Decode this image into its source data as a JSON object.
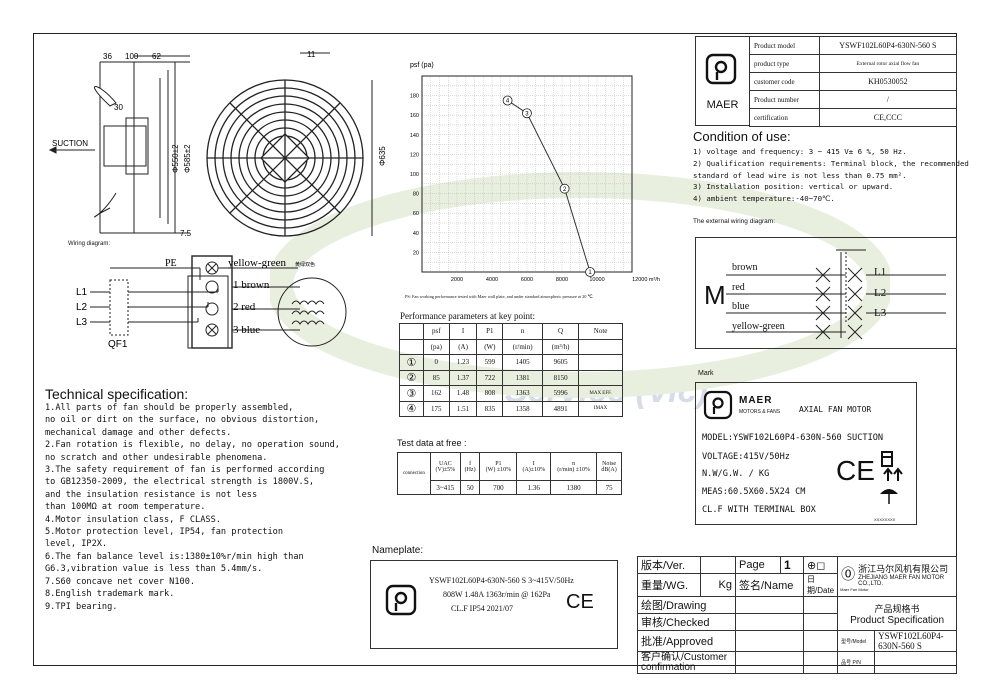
{
  "dimensions": {
    "d36": "36",
    "d100": "100",
    "d62": "62",
    "d11": "11",
    "d30": "30",
    "d_phi550": "Φ550±2",
    "d_phi585": "Φ585±2",
    "d_phi635": "Φ635",
    "d7_5": "7.5",
    "suction": "SUCTION"
  },
  "wiring_diagram": {
    "label": "Wiring diagram:",
    "PE": "PE",
    "L1": "L1",
    "L2": "L2",
    "L3": "L3",
    "QF1": "QF1",
    "wires": [
      "yellow-green",
      "1 brown",
      "2 red",
      "3 blue"
    ],
    "wire_note": "黄绿双色"
  },
  "technical_spec": {
    "title": "Technical specification:",
    "lines": [
      "1.All parts of fan should be properly assembled,",
      "  no oil or dirt on the surface, no obvious distortion,",
      "  mechanical damage and other defects.",
      "2.Fan rotation is flexible, no delay, no operation sound,",
      "  no scratch and other undesirable phenomena.",
      "3.The safety requirement of fan is performed according",
      "  to GB12350-2009, the electrical strength is 1800V.S,",
      "  and the insulation resistance is not less",
      "  than 100MΩ at room temperature.",
      "4.Motor insulation class, F CLASS.",
      "5.Motor protection level, IP54, fan protection",
      "  level, IP2X.",
      "6.The fan balance level is:1380±10%r/min high than",
      "G6.3,vibration value is less than 5.4mm/s.",
      "7.S60 concave net cover N100.",
      "8.English trademark mark.",
      "9.TPI bearing."
    ]
  },
  "chart_data": {
    "type": "line",
    "title": "",
    "ylabel": "psf (pa)",
    "xlabel": "m³/h",
    "xlim": [
      0,
      12000
    ],
    "ylim": [
      0,
      200
    ],
    "x_ticks": [
      2000,
      4000,
      6000,
      8000,
      10000,
      12000
    ],
    "x_tick_labels": [
      "2000",
      "4000",
      "6000",
      "8000",
      "10000",
      "12000 m³/h"
    ],
    "y_ticks": [
      20,
      40,
      60,
      80,
      100,
      120,
      140,
      160,
      180
    ],
    "grid": true,
    "series": [
      {
        "x": [
          4891,
          5996,
          8150,
          9605
        ],
        "y": [
          175,
          162,
          85,
          0
        ]
      }
    ],
    "point_labels": [
      "4",
      "3",
      "2",
      "1"
    ],
    "note": "PS: Fan working performance tested with Maer wall plate, and under standard atmospheric pressure at 20 ℃."
  },
  "performance": {
    "title": "Performance parameters at key point:",
    "headers": [
      "",
      "psf",
      "I",
      "P1",
      "n",
      "Q",
      "Note"
    ],
    "units": [
      "",
      "(pa)",
      "(A)",
      "(W)",
      "(r/min)",
      "(m³/h)",
      ""
    ],
    "rows": [
      [
        "①",
        "0",
        "1.23",
        "599",
        "1405",
        "9605",
        ""
      ],
      [
        "②",
        "85",
        "1.37",
        "722",
        "1381",
        "8150",
        ""
      ],
      [
        "③",
        "162",
        "1.48",
        "808",
        "1363",
        "5996",
        "MAX EFF."
      ],
      [
        "④",
        "175",
        "1.51",
        "835",
        "1358",
        "4891",
        "IMAX"
      ]
    ]
  },
  "test_data": {
    "title": "Test data at free :",
    "row_label": "connection",
    "headers": [
      "UAC\n(V)±5%",
      "f\n(Hz)",
      "P1\n(W) ±10%",
      "I\n(A)±10%",
      "n\n(r/min) ±10%",
      "Noise\ndB(A)"
    ],
    "values": [
      "3~415",
      "50",
      "700",
      "1.36",
      "1380",
      "75"
    ]
  },
  "product_info": {
    "brand": "MAER",
    "rows": [
      [
        "Product model",
        "YSWF102L60P4-630N-560 S"
      ],
      [
        "product type",
        "External rotor axial flow fan"
      ],
      [
        "customer code",
        "KH0530052"
      ],
      [
        "Product number",
        "/"
      ],
      [
        "certification",
        "CE,CCC"
      ]
    ]
  },
  "condition": {
    "title": "Condition of use:",
    "lines": [
      "1) voltage and frequency: 3 ~ 415 V± 6 %, 50 Hz.",
      "2) Qualification requirements: Terminal block, the recommended",
      "standard of lead wire is not less than 0.75  mm².",
      "3) Installation position: vertical or upward.",
      "4) ambient temperature:-40~70℃."
    ]
  },
  "external_wiring": {
    "title": "The external wiring diagram:",
    "motor": "M",
    "wires": [
      "brown",
      "red",
      "blue",
      "yellow-green"
    ],
    "lines": [
      "L1",
      "L2",
      "L3"
    ]
  },
  "mark": {
    "title": "Mark",
    "brand": "MAER",
    "brand_sub": "MOTORS & FANS",
    "headline": "AXIAL  FAN  MOTOR",
    "model": "MODEL:YSWF102L60P4-630N-560  SUCTION",
    "voltage": "VOLTAGE:415V/50Hz",
    "weight": "N.W/G.W.   /   KG",
    "meas": "MEAS:60.5X60.5X24  CM",
    "clf": "CL.F WITH TERMINAL BOX",
    "ce": "CE",
    "code": "XXXXXXXX"
  },
  "nameplate": {
    "title": "Nameplate:",
    "line1": "YSWF102L60P4-630N-560 S  3~415V/50Hz",
    "line2": "808W 1.48A 1363r/min @ 162Pa",
    "line3": "CL.F IP54 2021/07",
    "ce": "CE"
  },
  "title_block": {
    "version": "版本/Ver.",
    "page": "Page",
    "page_num": "1",
    "weight": "重量/WG.",
    "kg": "Kg",
    "sign": "签名/Name",
    "date": "日期/Date",
    "drawing": "绘图/Drawing",
    "checked": "审核/Checked",
    "approved": "批准/Approved",
    "customer": "客户确认/Customer confirmation",
    "company_cn": "浙江马尔风机有限公司",
    "company_en": "ZHEJIANG MAER FAN MOTOR CO.,LTD.",
    "logo_sub": "Maer Fan Motor",
    "spec_cn": "产品规格书",
    "spec_en": "Product Specification",
    "model_label": "型号/Model",
    "model_value": "YSWF102L60P4-630N-560 S",
    "pn_label": "品号 P/N"
  },
  "watermark": "Service (Vic)"
}
